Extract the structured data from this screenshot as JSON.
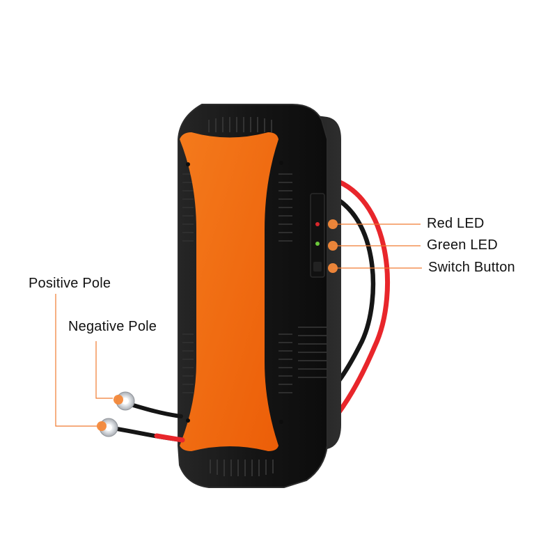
{
  "labels": {
    "red_led": "Red LED",
    "green_led": "Green LED",
    "switch_button": "Switch Button",
    "positive_pole": "Positive Pole",
    "negative_pole": "Negative Pole"
  },
  "colors": {
    "housing": "#1a1a1a",
    "housing_edge": "#2c2c2c",
    "panel": "#f26a10",
    "callout_line": "#f07a30",
    "callout_dot": "#f5893a",
    "red_cable": "#e8262b",
    "black_cable": "#161616",
    "terminal": "#c9ccd1",
    "red_led": "#d8262b",
    "green_led": "#6bc83a"
  }
}
